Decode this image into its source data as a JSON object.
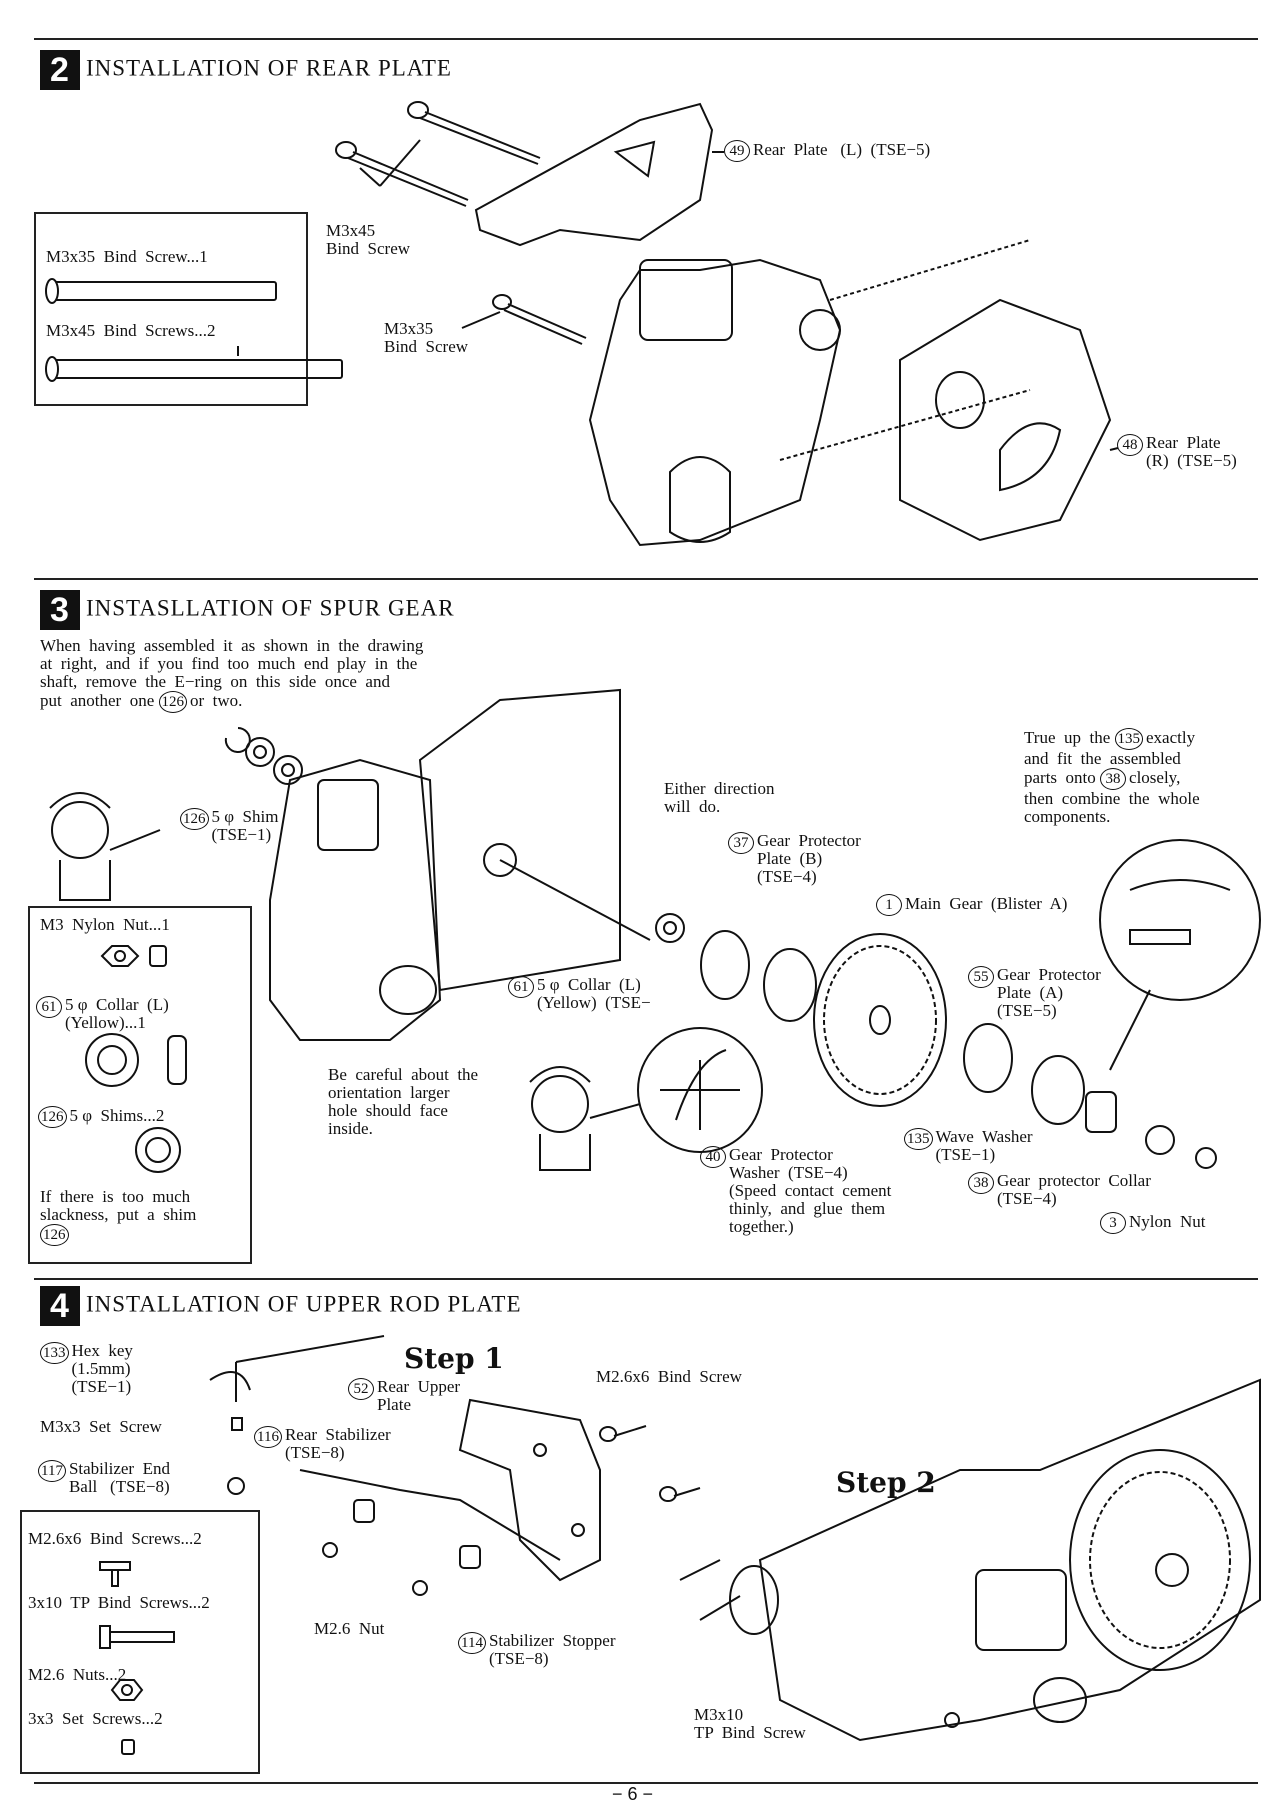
{
  "sections": [
    {
      "number": "2",
      "title": "INSTALLATION OF REAR PLATE"
    },
    {
      "number": "3",
      "title": "INSTASLLATION OF SPUR GEAR"
    },
    {
      "number": "4",
      "title": "INSTALLATION OF UPPER ROD PLATE"
    }
  ],
  "s2": {
    "box": {
      "item1": "M3x35  Bind  Screw...1",
      "item2": "M3x45  Bind  Screws...2"
    },
    "label_m3x45": "M3x45\nBind  Screw",
    "label_m3x35": "M3x35\nBind  Screw",
    "rear_plate_l_num": "49",
    "rear_plate_l": "Rear  Plate   (L)  (TSE−5)",
    "rear_plate_r_num": "48",
    "rear_plate_r": "Rear  Plate\n(R)  (TSE−5)"
  },
  "s3": {
    "intro": "When  having  assembled  it  as  shown  in  the  drawing\nat  right,  and  if  you  find  too  much  end  play  in  the\nshaft,  remove  the  E−ring  on  this  side  once  and\nput  another  one",
    "intro_num": "126",
    "intro_tail": "or  two.",
    "shim_num": "126",
    "shim_label": "5 φ  Shim\n(TSE−1)",
    "either": "Either  direction\nwill  do.",
    "true_up": "True  up  the",
    "true_up_num": "135",
    "true_up_rest": "exactly\nand  fit  the  assembled\nparts  onto",
    "true_up_num2": "38",
    "true_up_rest2": "closely,\nthen  combine  the  whole\ncomponents.",
    "gp_b_num": "37",
    "gp_b": "Gear  Protector\nPlate  (B)\n(TSE−4)",
    "main_gear_num": "1",
    "main_gear": "Main  Gear  (Blister  A)",
    "gp_a_num": "55",
    "gp_a": "Gear  Protector\nPlate  (A)\n(TSE−5)",
    "collar_num": "61",
    "collar": "5 φ  Collar  (L)\n(Yellow)  (TSE−",
    "careful": "Be  careful  about  the\norientation  larger\nhole  should  face\ninside.",
    "washer_num": "40",
    "washer": "Gear  Protector\nWasher  (TSE−4)\n(Speed  contact  cement\nthinly,  and  glue  them\ntogether.)",
    "wave_num": "135",
    "wave": "Wave  Washer\n(TSE−1)",
    "collar2_num": "38",
    "collar2": "Gear  protector  Collar\n(TSE−4)",
    "nut_num": "3",
    "nut": "Nylon  Nut",
    "box": {
      "item1": "M3  Nylon  Nut...1",
      "item2_num": "61",
      "item2": "5 φ  Collar  (L)\n(Yellow)...1",
      "item3_num": "126",
      "item3": "5 φ  Shims...2",
      "note": "If  there  is  too  much\nslackness,  put  a  shim",
      "note_num": "126"
    }
  },
  "s4": {
    "step1": "Step 1",
    "step2": "Step 2",
    "hex_num": "133",
    "hex": "Hex  key\n(1.5mm)\n(TSE−1)",
    "set_screw": "M3x3  Set  Screw",
    "ball_num": "117",
    "ball": "Stabilizer  End\nBall   (TSE−8)",
    "rup_num": "52",
    "rup": "Rear  Upper\nPlate",
    "stab_num": "116",
    "stab": "Rear  Stabilizer\n(TSE−8)",
    "bind": "M2.6x6  Bind  Screw",
    "nut": "M2.6  Nut",
    "stopper_num": "114",
    "stopper": "Stabilizer  Stopper\n(TSE−8)",
    "tp": "M3x10\nTP  Bind  Screw",
    "box": {
      "item1": "M2.6x6  Bind  Screws...2",
      "item2": "3x10  TP  Bind  Screws...2",
      "item3": "M2.6  Nuts...2",
      "item4": "3x3  Set  Screws...2"
    }
  },
  "page_number": "− 6 −"
}
